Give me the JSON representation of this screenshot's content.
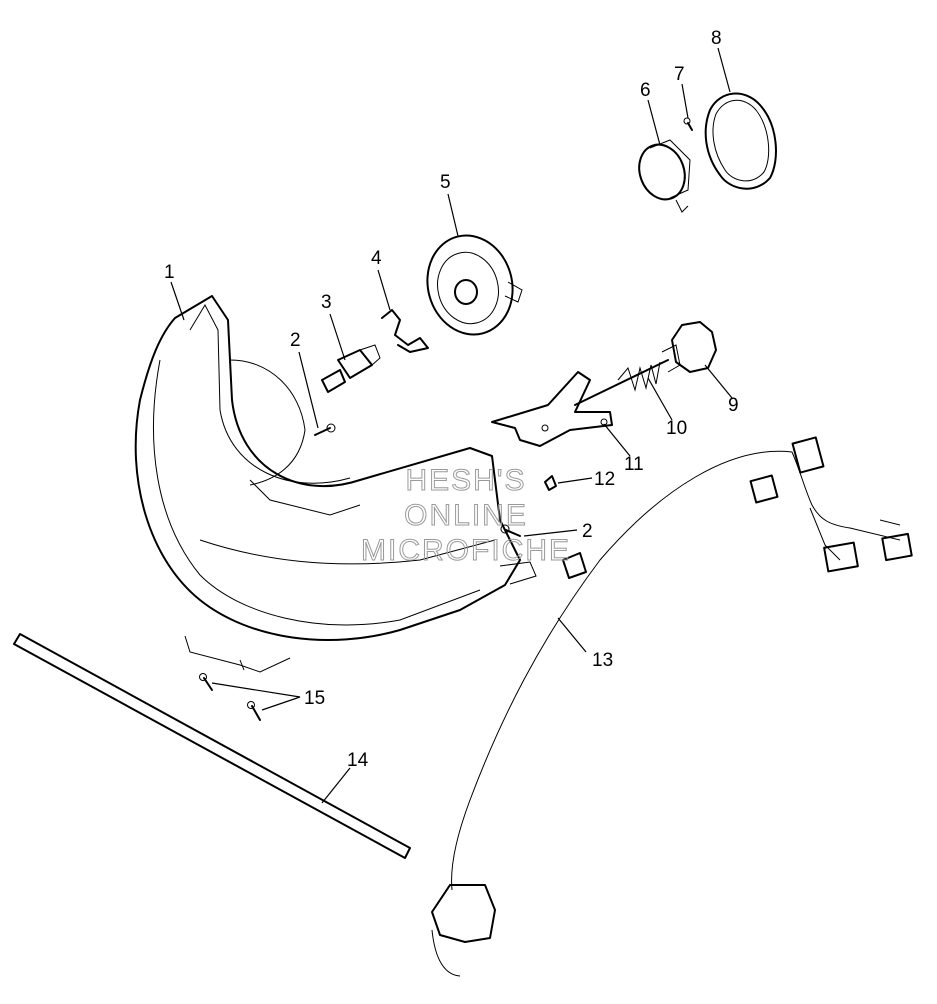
{
  "callouts": [
    {
      "n": "1"
    },
    {
      "n": "2"
    },
    {
      "n": "3"
    },
    {
      "n": "4"
    },
    {
      "n": "5"
    },
    {
      "n": "6"
    },
    {
      "n": "7"
    },
    {
      "n": "8"
    },
    {
      "n": "9"
    },
    {
      "n": "10"
    },
    {
      "n": "11"
    },
    {
      "n": "12"
    },
    {
      "n": "2"
    },
    {
      "n": "13"
    },
    {
      "n": "14"
    },
    {
      "n": "15"
    }
  ],
  "watermark": [
    "HESH'S",
    "ONLINE",
    "MICROFICHE"
  ]
}
